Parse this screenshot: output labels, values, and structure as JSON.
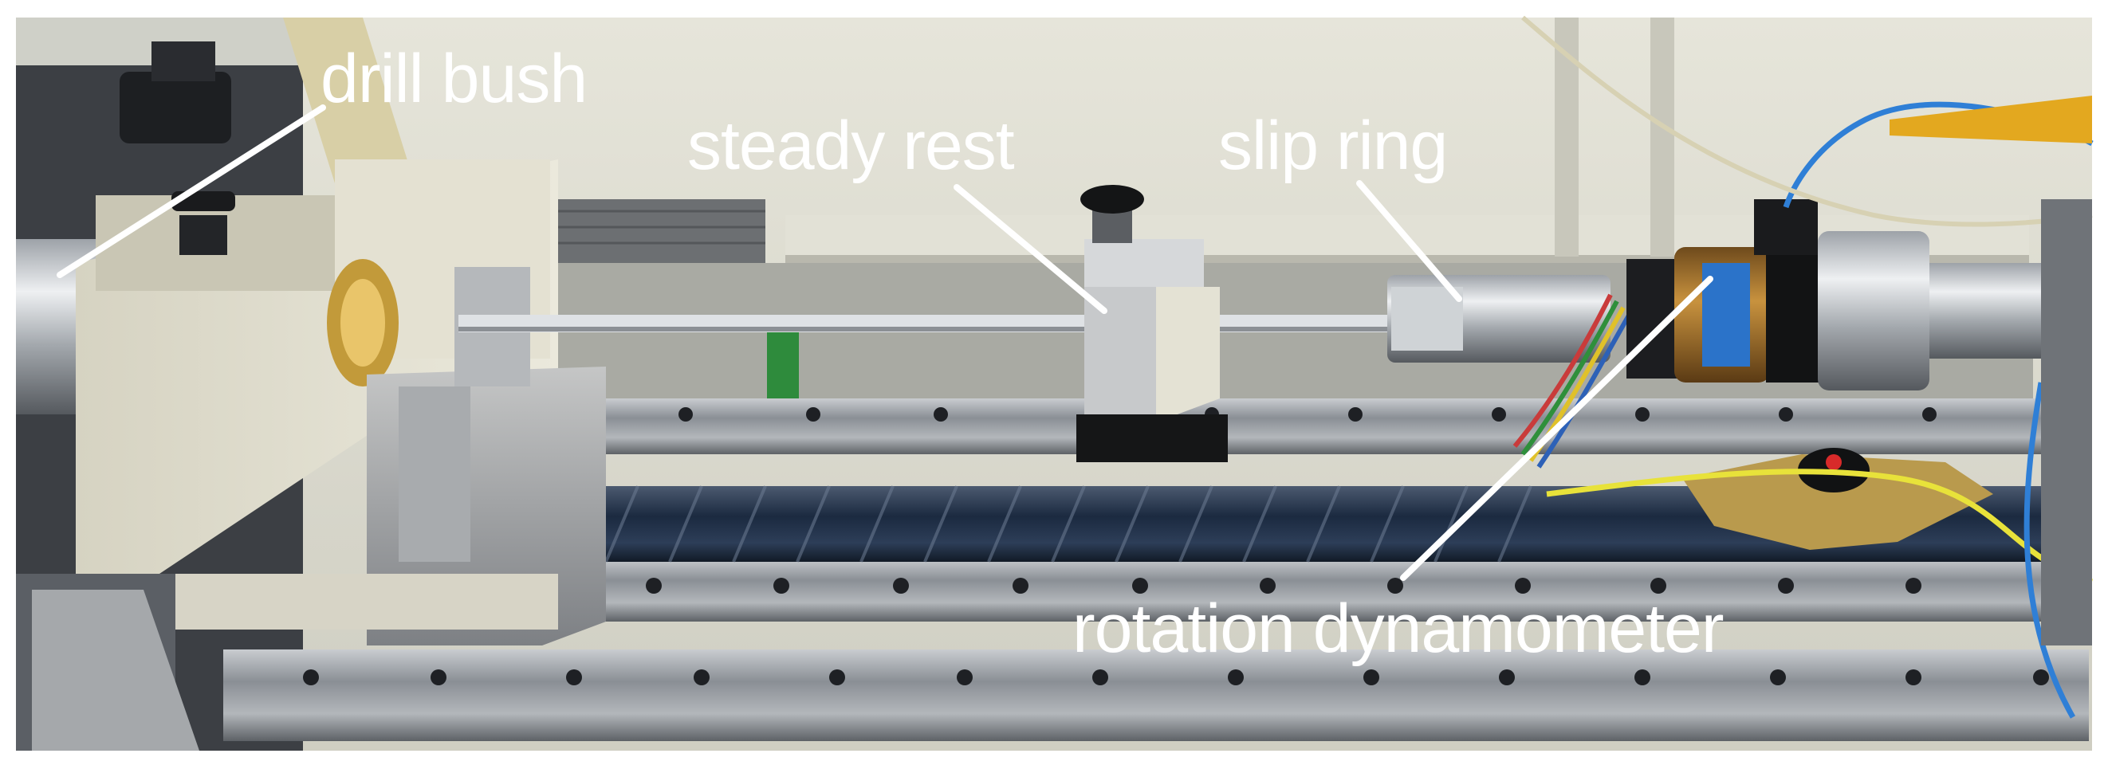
{
  "labels": {
    "drill_bush": "drill bush",
    "steady_rest": "steady rest",
    "slip_ring": "slip ring",
    "rotation_dynamometer": "rotation dynamometer"
  },
  "colors": {
    "label_text": "#ffffff",
    "leader_line": "#ffffff",
    "wall": "#d9d8cc",
    "rail_steel": "#8f9499",
    "leadscrew": "#1f2e45",
    "cable_yellow": "#e8e23a",
    "cable_blue": "#2f7fd6",
    "bronze": "#a9752e"
  }
}
